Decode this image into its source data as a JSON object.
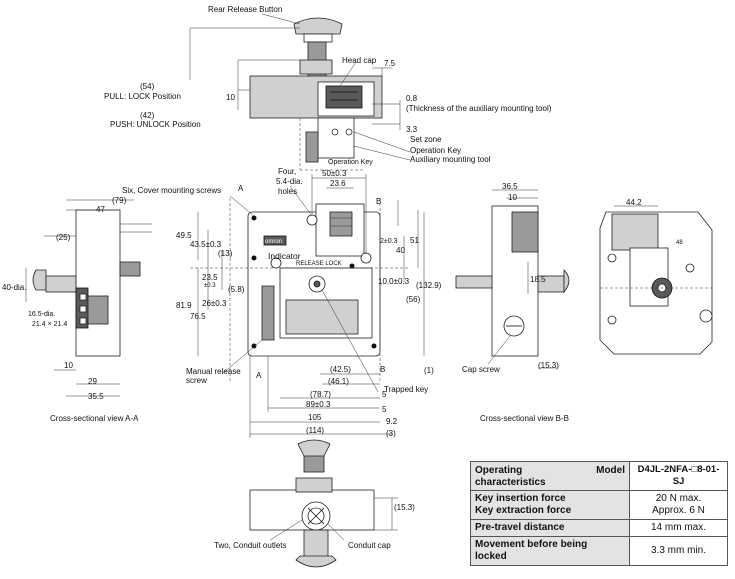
{
  "top_view": {
    "rear_release_button": "Rear Release Button",
    "head_cap": "Head cap",
    "dim_7_5": "7.5",
    "dim_54": "(54)",
    "pull_lock": "PULL: LOCK Position",
    "dim_10": "10",
    "dim_42": "(42)",
    "push_unlock": "PUSH: UNLOCK Position",
    "dim_0_8": "0.8",
    "thickness_note": "(Thickness of the auxiliary mounting tool)",
    "dim_3_3": "3.3",
    "set_zone": "Set zone",
    "operation_key": "Operation Key",
    "auxiliary_tool": "Auxiliary mounting tool",
    "operation_key_small": "Operation Key"
  },
  "front_view": {
    "cover_screws": "Six, Cover mounting screws",
    "mark_a_top": "A",
    "four_holes_1": "Four,",
    "four_holes_2": "5.4-dia.",
    "four_holes_3": "holes",
    "dim_50": "50±0.3",
    "dim_23_6": "23.6",
    "mark_b_top": "B",
    "dim_2": "2±0.3",
    "dim_40": "40",
    "dim_51": "51",
    "dim_49_5": "49.5",
    "dim_43_5": "43.5±0.3",
    "dim_13": "(13)",
    "indicator": "Indicator",
    "dim_23_5a": "23.5",
    "dim_23_5b": "±0.3",
    "dim_5_8": "(5.8)",
    "dim_10_0": "10.0±0.3",
    "dim_132_9": "(132.9)",
    "dim_56": "(56)",
    "dim_81_9": "81.9",
    "dim_26": "26±0.3",
    "dim_76_5": "76.5",
    "brand": "omron",
    "release_lock": "RELEASE  LOCK",
    "dim_1": "(1)",
    "manual_release_1": "Manual release",
    "manual_release_2": "screw",
    "mark_a_bottom": "A",
    "dim_42_5": "(42.5)",
    "mark_b_bottom": "B",
    "trapped_key": "Trapped key",
    "dim_46_1": "(46.1)",
    "dim_78_7": "(78.7)",
    "dim_5_top": "5",
    "dim_89": "89±0.3",
    "dim_5_bottom": "5",
    "dim_105": "105",
    "dim_9_2": "9.2",
    "dim_114": "(114)",
    "dim_3": "(3)"
  },
  "section_a": {
    "dim_79": "(79)",
    "dim_47": "47",
    "dim_25": "(25)",
    "dim_40_dia": "40-dia.",
    "dim_16_5": "16.5-dia.",
    "dim_21_4": "21.4 × 21.4",
    "dim_10": "10",
    "dim_29": "29",
    "dim_35_5": "35.5",
    "caption": "Cross-sectional view A-A"
  },
  "section_b": {
    "dim_36_5": "36.5",
    "dim_10": "10",
    "dim_18_5": "18.5",
    "cap_screw": "Cap screw",
    "dim_15_3": "(15.3)",
    "caption": "Cross-sectional view B-B"
  },
  "rear_view": {
    "dim_44_2": "44.2",
    "marker_48": "48"
  },
  "bottom_view": {
    "dim_15_3": "(15.3)",
    "conduit_outlets": "Two, Conduit outlets",
    "conduit_cap": "Conduit cap"
  },
  "spec_table": {
    "header_operating": "Operating characteristics",
    "header_model": "Model",
    "model_value": "D4JL-2NFA-□8-01-SJ",
    "rows": [
      {
        "label_1": "Key insertion force",
        "label_2": "Key extraction force",
        "value_1": "20 N max.",
        "value_2": "Approx. 6 N"
      },
      {
        "label_1": "Pre-travel distance",
        "value_1": "14 mm max."
      },
      {
        "label_1": "Movement before being",
        "label_2": "locked",
        "value_1": "3.3 mm min."
      }
    ]
  }
}
